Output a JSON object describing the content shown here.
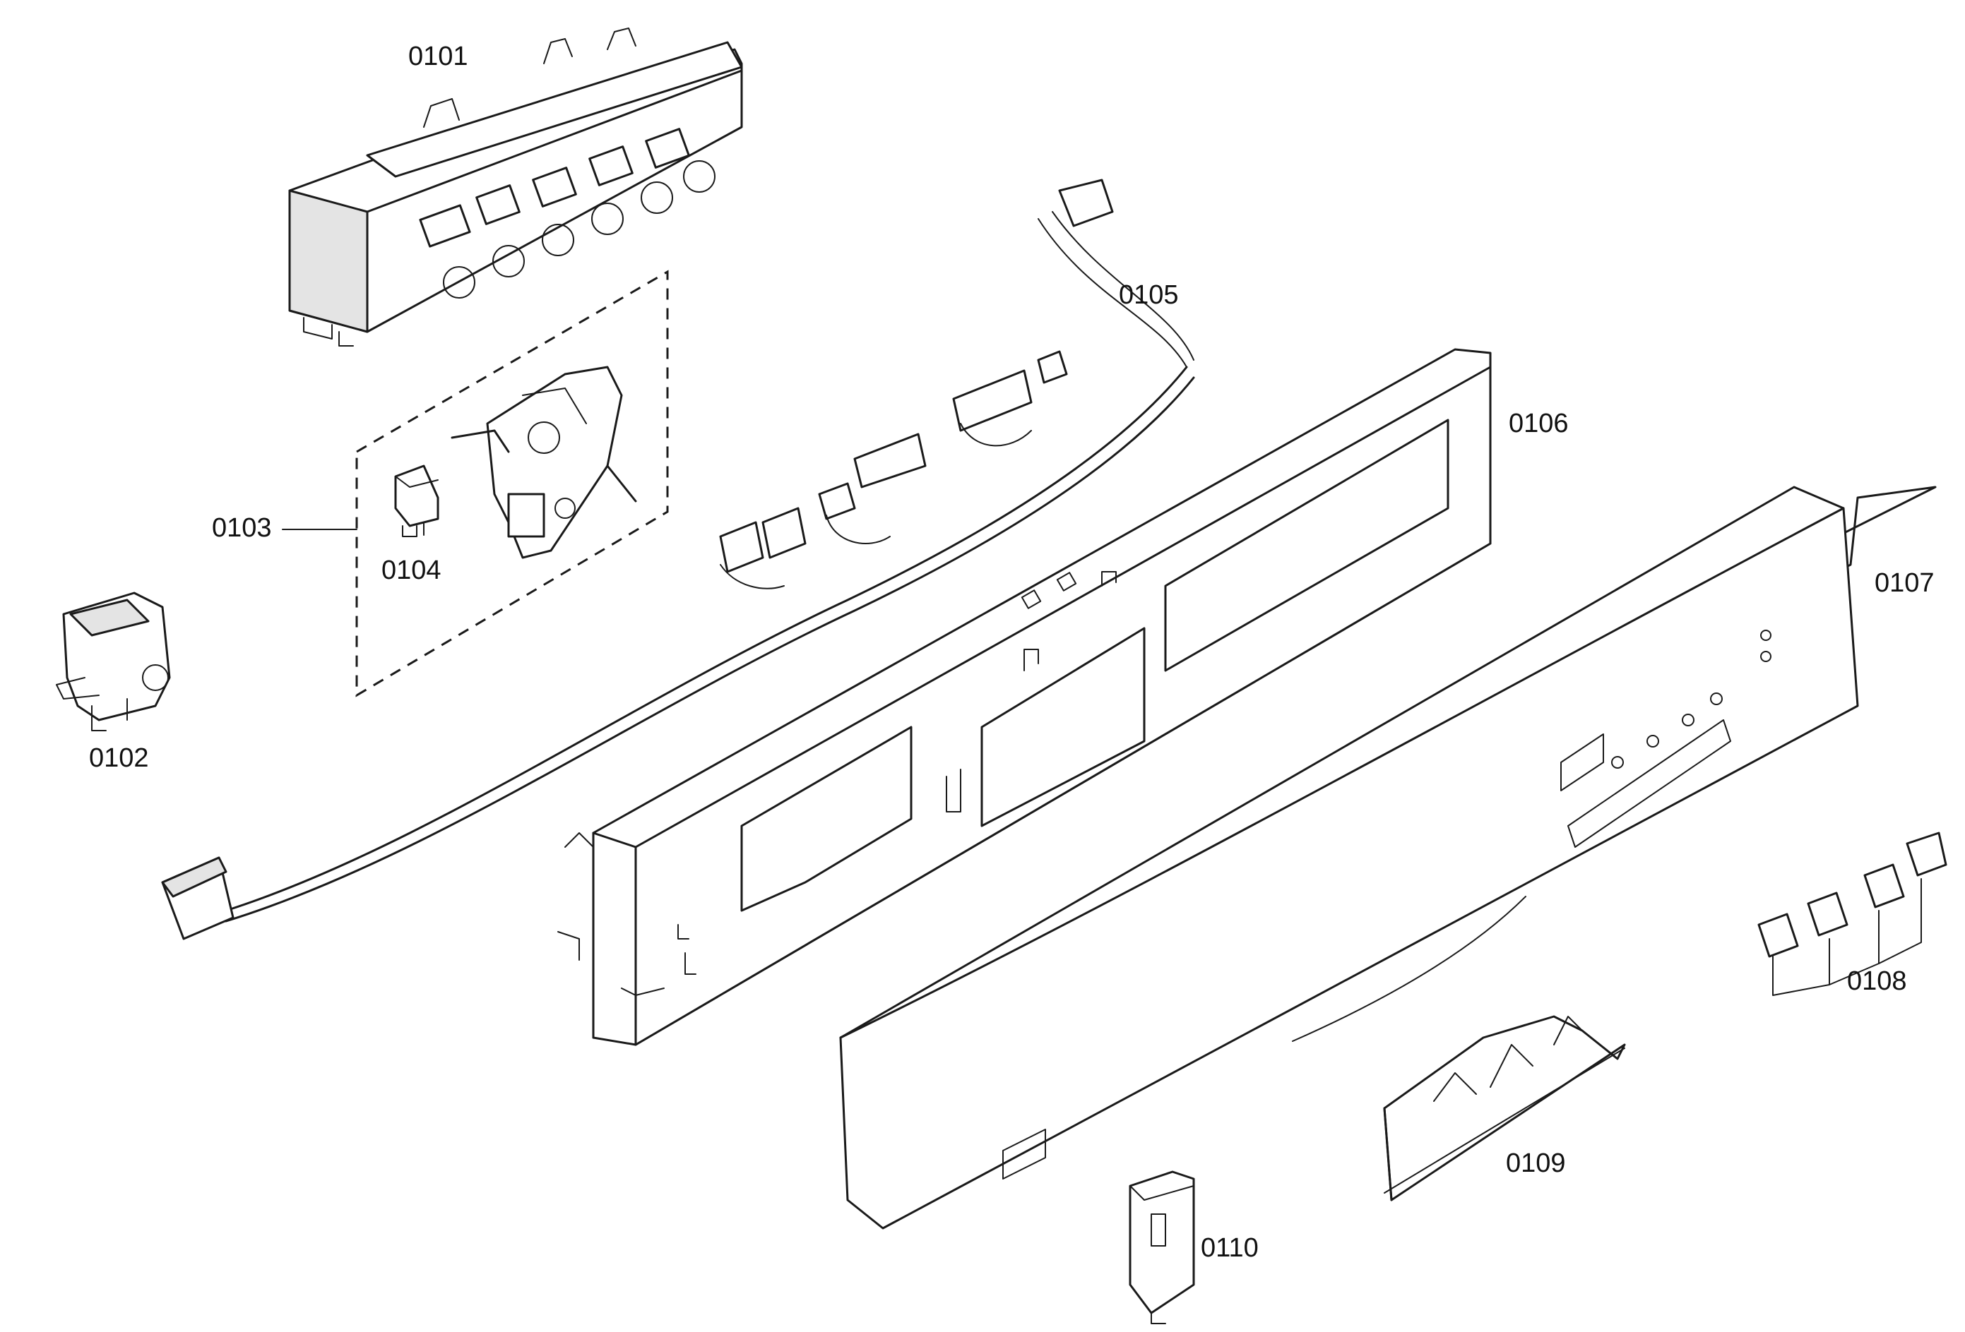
{
  "parts": [
    {
      "id": "control-module",
      "label": "0101"
    },
    {
      "id": "door-switch",
      "label": "0102"
    },
    {
      "id": "door-lock-assembly",
      "label": "0103"
    },
    {
      "id": "micro-switch",
      "label": "0104"
    },
    {
      "id": "wiring-harness",
      "label": "0105"
    },
    {
      "id": "control-panel-frame",
      "label": "0106"
    },
    {
      "id": "front-panel",
      "label": "0107"
    },
    {
      "id": "push-buttons",
      "label": "0108"
    },
    {
      "id": "handle",
      "label": "0109"
    },
    {
      "id": "bracket",
      "label": "0110"
    }
  ]
}
